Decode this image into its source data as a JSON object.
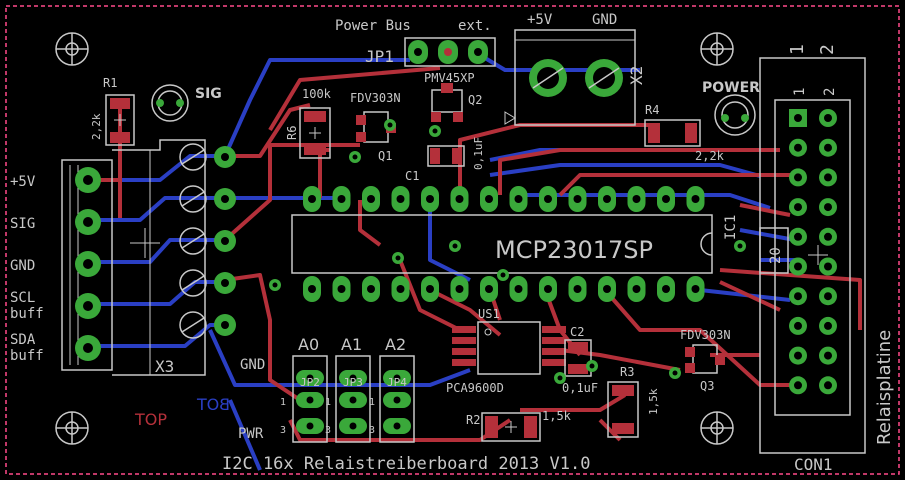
{
  "board": {
    "title": "I2C 16x Relaistreiberboard 2013 V1.0",
    "layer_top": "TOP",
    "layer_bot": "BOT",
    "side_label": "Relaisplatine"
  },
  "colors": {
    "background": "#000000",
    "top_copper": "#b4303a",
    "bottom_copper": "#2a3fc4",
    "pad": "#3aa83a",
    "silk": "#c8c8c8",
    "outline": "#ff4a8a"
  },
  "labels": {
    "power_bus": "Power Bus",
    "ext": "ext.",
    "jp1": "JP1",
    "plus5v_top": "+5V",
    "gnd_top": "GND",
    "x2": "X2",
    "power": "POWER",
    "pmv45xp": "PMV45XP",
    "q2": "Q2",
    "fdv303n_a": "FDV303N",
    "q1": "Q1",
    "c1": "C1",
    "c1_val": "0,1uF",
    "r6": "R6",
    "r6_val": "100k",
    "r4": "R4",
    "r4_val": "2,2k",
    "r1": "R1",
    "r1_val": "2,2k",
    "led_sig": "SIG",
    "ic1": "IC1",
    "ic1_part": "MCP23017SP",
    "x3": "X3",
    "pin_5v": "+5V",
    "pin_sig": "SIG",
    "pin_gnd": "GND",
    "pin_scl": "SCL",
    "pin_scl_buf": "buff",
    "pin_sda": "SDA",
    "pin_sda_buf": "buff",
    "gnd_mid": "GND",
    "pwr": "PWR",
    "a0": "A0",
    "a1": "A1",
    "a2": "A2",
    "jp2": "JP2",
    "jp3": "JP3",
    "jp4": "JP4",
    "us1": "US1",
    "pca9600d": "PCA9600D",
    "c2": "C2",
    "c2_val": "0,1uF",
    "r3": "R3",
    "r3_val": "1,5k",
    "r2": "R2",
    "r2_val": "1,5k",
    "fdv303n_b": "FDV303N",
    "q3": "Q3",
    "con1": "CON1",
    "con_num_1": "1",
    "con_num_2": "2",
    "con_pin_20": "20",
    "jp_num_1": "1",
    "jp_num_3": "3"
  }
}
